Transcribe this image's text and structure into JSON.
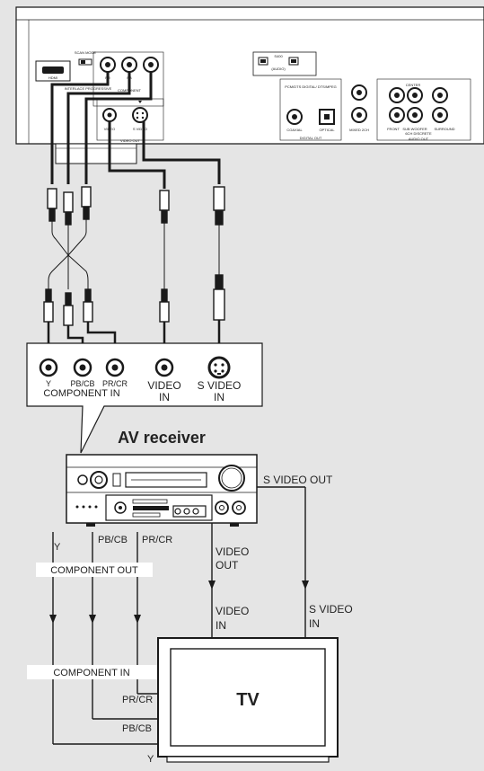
{
  "player": {
    "hdmi_label": "HDMI",
    "scan_mode_label": "SCAN MODE",
    "interlace_label": "INTERLACE PROGRESSIVE",
    "component_label": "COMPONENT",
    "jack_pr": "PR",
    "jack_pb": "PB",
    "jack_y": "Y",
    "video_label": "VIDEO",
    "s_video_label": "S VIDEO",
    "video_out_label": "VIDEO OUT",
    "s400_label": "S400",
    "audio_label": "(AUDIO)",
    "pcm_label": "PCM/DTS DIGITAL/ DTS/MPEG",
    "coaxial_label": "COAXIAL",
    "optical_label": "OPTICAL",
    "digital_out_label": "DIGITAL OUT",
    "mixed_label": "MIXED 2CH",
    "center_label": "CENTER",
    "front_label": "FRONT",
    "subwoofer_label": "SUB WOOFER",
    "surround_label": "SURROUND",
    "discrete_label": "6CH DISCRETE",
    "audio_out_label": "AUDIO OUT"
  },
  "receiver_panel": {
    "jack_y": "Y",
    "jack_pb": "PB/CB",
    "jack_pr": "PR/CR",
    "component_in": "COMPONENT IN",
    "video_in_1": "VIDEO",
    "video_in_2": "IN",
    "svideo_in_1": "S VIDEO",
    "svideo_in_2": "IN"
  },
  "receiver_title": "AV receiver",
  "receiver_outputs": {
    "s_video_out": "S VIDEO OUT",
    "y": "Y",
    "pb_cb": "PB/CB",
    "pr_cr": "PR/CR",
    "component_out": "COMPONENT OUT",
    "video_out_1": "VIDEO",
    "video_out_2": "OUT"
  },
  "tv_inputs": {
    "video_in_1": "VIDEO",
    "video_in_2": "IN",
    "s_video_in_1": "S VIDEO",
    "s_video_in_2": "IN",
    "component_in": "COMPONENT IN",
    "pr_cr": "PR/CR",
    "pb_cb": "PB/CB",
    "y": "Y"
  },
  "tv_label": "TV",
  "colors": {
    "background": "#e5e5e5",
    "line": "#1a1a1a",
    "white": "#ffffff"
  }
}
